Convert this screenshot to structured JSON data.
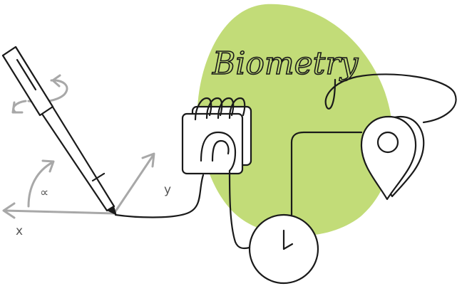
{
  "title": "Biometry",
  "axes": {
    "x_label": "x",
    "y_label": "y",
    "angle_label": "∝"
  },
  "colors": {
    "blob": "#c2dc78",
    "ink": "#1a1a1a",
    "axis": "#a8a8a8",
    "paper": "#ffffff"
  },
  "icons": [
    "pen-icon",
    "rotation-arrow-icon",
    "notepad-icon",
    "fingerprint-icon",
    "clock-icon",
    "location-pin-icon"
  ]
}
